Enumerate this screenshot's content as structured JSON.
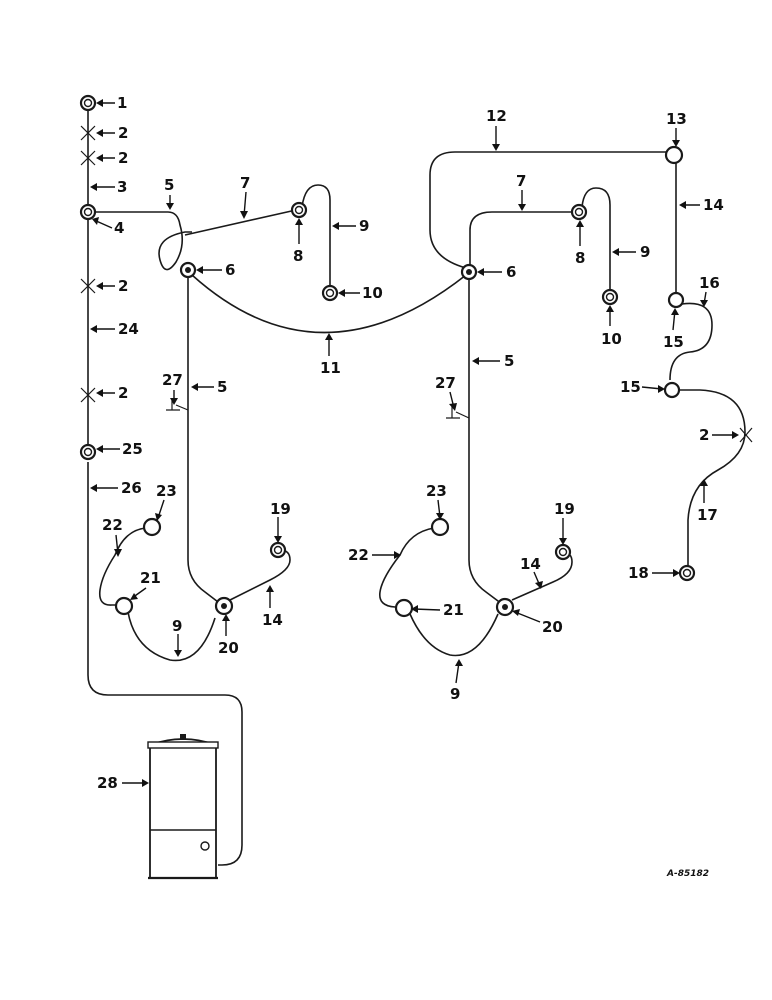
{
  "reference_number": "A-85182",
  "callouts": [
    {
      "id": "c1",
      "text": "1"
    },
    {
      "id": "c2a",
      "text": "2"
    },
    {
      "id": "c2b",
      "text": "2"
    },
    {
      "id": "c3",
      "text": "3"
    },
    {
      "id": "c4",
      "text": "4"
    },
    {
      "id": "c5a",
      "text": "5"
    },
    {
      "id": "c7a",
      "text": "7"
    },
    {
      "id": "c9a",
      "text": "9"
    },
    {
      "id": "c8a",
      "text": "8"
    },
    {
      "id": "c6a",
      "text": "6"
    },
    {
      "id": "c10a",
      "text": "10"
    },
    {
      "id": "c2c",
      "text": "2"
    },
    {
      "id": "c24",
      "text": "24"
    },
    {
      "id": "c11",
      "text": "11"
    },
    {
      "id": "c27a",
      "text": "27"
    },
    {
      "id": "c5b",
      "text": "5"
    },
    {
      "id": "c2d",
      "text": "2"
    },
    {
      "id": "c25",
      "text": "25"
    },
    {
      "id": "c26",
      "text": "26"
    },
    {
      "id": "c23a",
      "text": "23"
    },
    {
      "id": "c22a",
      "text": "22"
    },
    {
      "id": "c21a",
      "text": "21"
    },
    {
      "id": "c19a",
      "text": "19"
    },
    {
      "id": "c9b",
      "text": "9"
    },
    {
      "id": "c20a",
      "text": "20"
    },
    {
      "id": "c14a",
      "text": "14"
    },
    {
      "id": "c12",
      "text": "12"
    },
    {
      "id": "c13",
      "text": "13"
    },
    {
      "id": "c7b",
      "text": "7"
    },
    {
      "id": "c14b",
      "text": "14"
    },
    {
      "id": "c8b",
      "text": "8"
    },
    {
      "id": "c9c",
      "text": "9"
    },
    {
      "id": "c6b",
      "text": "6"
    },
    {
      "id": "c10b",
      "text": "10"
    },
    {
      "id": "c16",
      "text": "16"
    },
    {
      "id": "c15a",
      "text": "15"
    },
    {
      "id": "c5c",
      "text": "5"
    },
    {
      "id": "c27b",
      "text": "27"
    },
    {
      "id": "c15b",
      "text": "15"
    },
    {
      "id": "c2e",
      "text": "2"
    },
    {
      "id": "c17",
      "text": "17"
    },
    {
      "id": "c23b",
      "text": "23"
    },
    {
      "id": "c19b",
      "text": "19"
    },
    {
      "id": "c22b",
      "text": "22"
    },
    {
      "id": "c14c",
      "text": "14"
    },
    {
      "id": "c21b",
      "text": "21"
    },
    {
      "id": "c20b",
      "text": "20"
    },
    {
      "id": "c18",
      "text": "18"
    },
    {
      "id": "c9d",
      "text": "9"
    },
    {
      "id": "c28",
      "text": "28"
    }
  ]
}
